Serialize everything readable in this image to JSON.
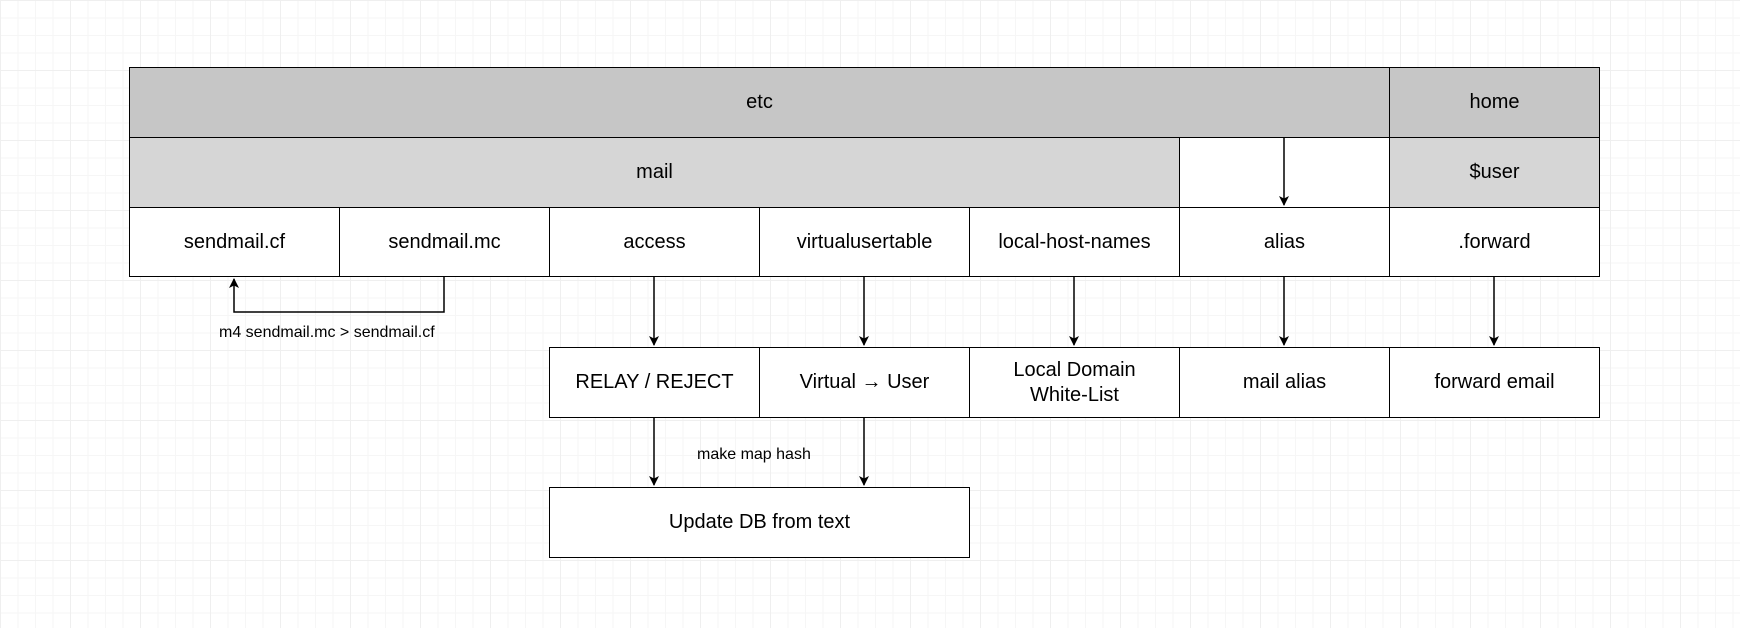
{
  "diagram": {
    "row_top": {
      "etc": "etc",
      "home": "home"
    },
    "row_second": {
      "mail": "mail",
      "user": "$user"
    },
    "files": {
      "sendmail_cf": "sendmail.cf",
      "sendmail_mc": "sendmail.mc",
      "access": "access",
      "virtualusertable": "virtualusertable",
      "local_host_names": "local-host-names",
      "alias": "alias",
      "forward": ".forward"
    },
    "purposes": {
      "relay_reject": "RELAY / REJECT",
      "virtual_user": "Virtual → User",
      "local_domain": "Local Domain\nWhite-List",
      "mail_alias": "mail alias",
      "forward_email": "forward email"
    },
    "update_db": "Update DB from text",
    "edge_labels": {
      "m4": "m4 sendmail.mc > sendmail.cf",
      "make_map": "make map hash"
    }
  }
}
